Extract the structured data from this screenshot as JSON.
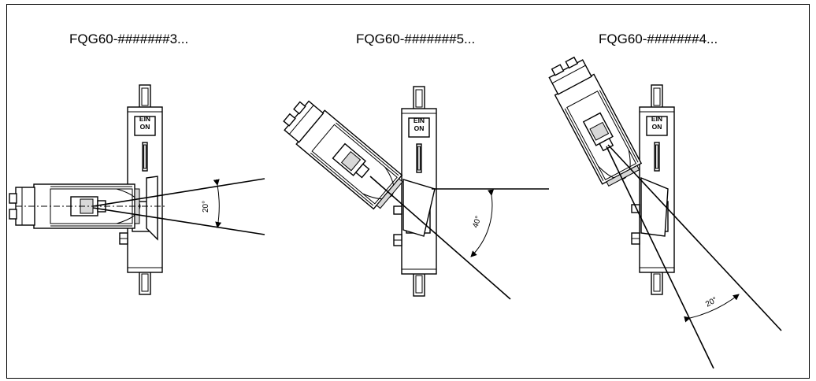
{
  "figures": [
    {
      "title": "FQG60-#######3...",
      "angle_label": "20°"
    },
    {
      "title": "FQG60-#######5...",
      "angle_label": "40°"
    },
    {
      "title": "FQG60-#######4...",
      "angle_label": "20°"
    }
  ],
  "module_label": {
    "line1": "EIN",
    "line2": "ON"
  }
}
